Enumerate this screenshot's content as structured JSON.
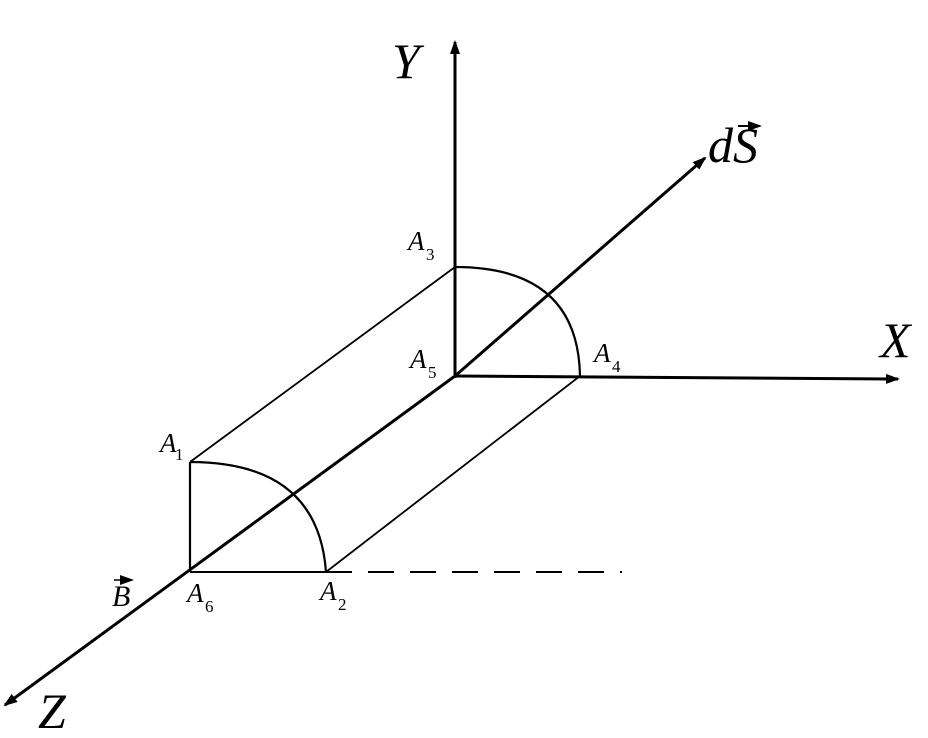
{
  "axes": {
    "y": "Y",
    "x": "X",
    "z": "Z",
    "ds": "dS",
    "b": "B"
  },
  "points": {
    "a1": {
      "letter": "A",
      "sub": "1"
    },
    "a2": {
      "letter": "A",
      "sub": "2"
    },
    "a3": {
      "letter": "A",
      "sub": "3"
    },
    "a4": {
      "letter": "A",
      "sub": "4"
    },
    "a5": {
      "letter": "A",
      "sub": "5"
    },
    "a6": {
      "letter": "A",
      "sub": "6"
    }
  },
  "colors": {
    "ink": "#000000",
    "background": "#ffffff"
  }
}
